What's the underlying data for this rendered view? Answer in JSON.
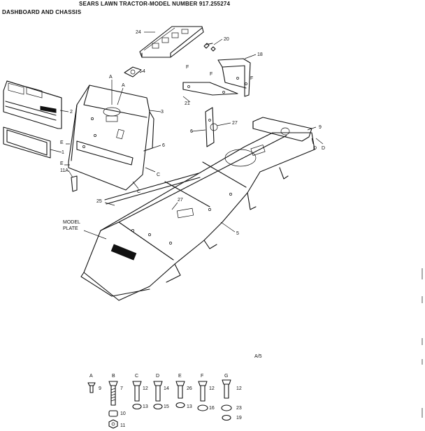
{
  "header": {
    "title": "SEARS LAWN TRACTOR-MODEL NUMBER 917.255274",
    "subtitle": "DASHBOARD AND CHASSIS"
  },
  "callouts": [
    {
      "id": "c24",
      "text": "24"
    },
    {
      "id": "c20",
      "text": "20"
    },
    {
      "id": "c18",
      "text": "18"
    },
    {
      "id": "c4",
      "text": "4"
    },
    {
      "id": "cA1",
      "text": "A"
    },
    {
      "id": "cA2",
      "text": "A"
    },
    {
      "id": "c2",
      "text": "2"
    },
    {
      "id": "c3",
      "text": "3"
    },
    {
      "id": "c21",
      "text": "21"
    },
    {
      "id": "cF1",
      "text": "F"
    },
    {
      "id": "cF2",
      "text": "F"
    },
    {
      "id": "cF3",
      "text": "F"
    },
    {
      "id": "c27a",
      "text": "27"
    },
    {
      "id": "c6a",
      "text": "6"
    },
    {
      "id": "c9",
      "text": "9"
    },
    {
      "id": "cD1",
      "text": "D"
    },
    {
      "id": "cD2",
      "text": "D"
    },
    {
      "id": "c6b",
      "text": "6"
    },
    {
      "id": "cE1",
      "text": "E"
    },
    {
      "id": "c1",
      "text": "1"
    },
    {
      "id": "cE2",
      "text": "E"
    },
    {
      "id": "c11A",
      "text": "11A"
    },
    {
      "id": "cC1",
      "text": "C"
    },
    {
      "id": "cC2",
      "text": "C"
    },
    {
      "id": "c25",
      "text": "25"
    },
    {
      "id": "c27b",
      "text": "27"
    },
    {
      "id": "c5",
      "text": "5"
    },
    {
      "id": "cModel1",
      "text": "MODEL"
    },
    {
      "id": "cModel2",
      "text": "PLATE"
    },
    {
      "id": "cA5",
      "text": "A/5"
    }
  ],
  "hardware": [
    {
      "letter": "A",
      "parts": [
        "9"
      ]
    },
    {
      "letter": "B",
      "parts": [
        "7",
        "10",
        "11"
      ]
    },
    {
      "letter": "C",
      "parts": [
        "12",
        "13"
      ]
    },
    {
      "letter": "D",
      "parts": [
        "14",
        "15"
      ]
    },
    {
      "letter": "E",
      "parts": [
        "26",
        "13"
      ]
    },
    {
      "letter": "F",
      "parts": [
        "12",
        "16"
      ]
    },
    {
      "letter": "G",
      "parts": [
        "12",
        "23",
        "19"
      ]
    }
  ]
}
